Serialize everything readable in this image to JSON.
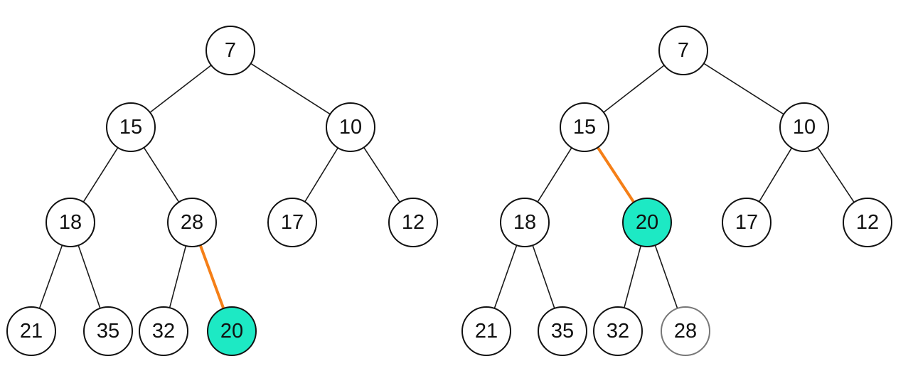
{
  "colors": {
    "highlight_fill": "#1de9c4",
    "highlight_edge": "#f57f17",
    "faded_stroke": "#777777"
  },
  "trees": [
    {
      "id": "before",
      "nodes": {
        "n7": {
          "label": "7"
        },
        "n15": {
          "label": "15"
        },
        "n10": {
          "label": "10"
        },
        "n18": {
          "label": "18"
        },
        "n28": {
          "label": "28"
        },
        "n17": {
          "label": "17"
        },
        "n12": {
          "label": "12"
        },
        "n21": {
          "label": "21"
        },
        "n35": {
          "label": "35"
        },
        "n32": {
          "label": "32"
        },
        "n20": {
          "label": "20",
          "style": "highlight"
        }
      },
      "edges": [
        {
          "from": "n7",
          "to": "n15"
        },
        {
          "from": "n7",
          "to": "n10"
        },
        {
          "from": "n15",
          "to": "n18"
        },
        {
          "from": "n15",
          "to": "n28"
        },
        {
          "from": "n10",
          "to": "n17"
        },
        {
          "from": "n10",
          "to": "n12"
        },
        {
          "from": "n18",
          "to": "n21"
        },
        {
          "from": "n18",
          "to": "n35"
        },
        {
          "from": "n28",
          "to": "n32"
        },
        {
          "from": "n28",
          "to": "n20",
          "style": "highlight"
        }
      ]
    },
    {
      "id": "after",
      "nodes": {
        "n7": {
          "label": "7"
        },
        "n15": {
          "label": "15"
        },
        "n10": {
          "label": "10"
        },
        "n18": {
          "label": "18"
        },
        "n20": {
          "label": "20",
          "style": "highlight"
        },
        "n17": {
          "label": "17"
        },
        "n12": {
          "label": "12"
        },
        "n21": {
          "label": "21"
        },
        "n35": {
          "label": "35"
        },
        "n32": {
          "label": "32"
        },
        "n28": {
          "label": "28",
          "style": "faded"
        }
      },
      "edges": [
        {
          "from": "n7",
          "to": "n15"
        },
        {
          "from": "n7",
          "to": "n10"
        },
        {
          "from": "n15",
          "to": "n18"
        },
        {
          "from": "n15",
          "to": "n20",
          "style": "highlight"
        },
        {
          "from": "n10",
          "to": "n17"
        },
        {
          "from": "n10",
          "to": "n12"
        },
        {
          "from": "n18",
          "to": "n21"
        },
        {
          "from": "n18",
          "to": "n35"
        },
        {
          "from": "n20",
          "to": "n32"
        },
        {
          "from": "n20",
          "to": "n28"
        }
      ]
    }
  ]
}
